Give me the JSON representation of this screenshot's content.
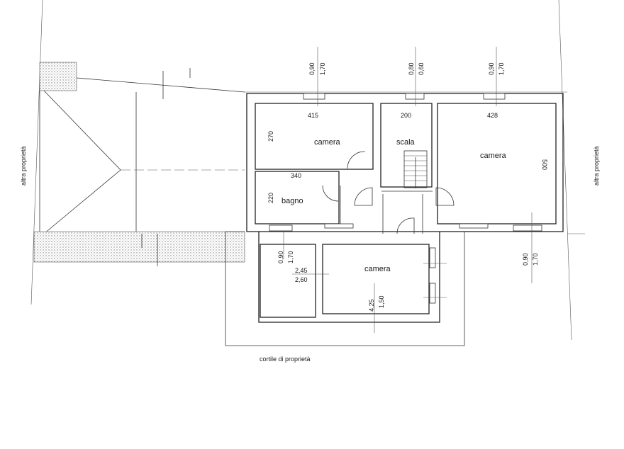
{
  "side_labels": {
    "left": "altra proprietà",
    "right": "altra proprietà",
    "bottom": "cortile di proprietà"
  },
  "rooms": {
    "camera_left": "camera",
    "scala": "scala",
    "camera_right": "camera",
    "bagno": "bagno",
    "camera_bottom": "camera"
  },
  "room_dims": {
    "camera_left_width": "415",
    "camera_left_height": "270",
    "scala_width": "200",
    "camera_right_width": "428",
    "camera_right_height": "500",
    "bagno_width": "340",
    "bagno_height": "220"
  },
  "window_dims": {
    "w1": [
      "0,90",
      "1,70"
    ],
    "w2": [
      "0,80",
      "0,60"
    ],
    "w3": [
      "0,90",
      "1,70"
    ],
    "w4": [
      "0,90",
      "1,70"
    ],
    "w5": [
      "0,90",
      "1,70"
    ]
  },
  "other_dims": {
    "h_a": "2,45",
    "h_b": "2,60",
    "h_c": "4,25",
    "h_d": "1,50"
  }
}
